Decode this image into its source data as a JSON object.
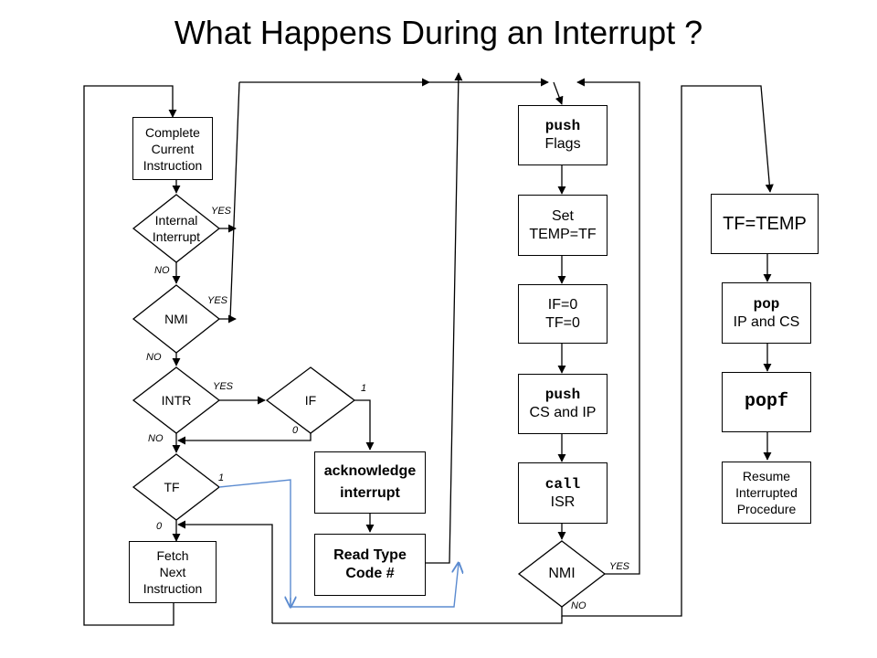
{
  "title": "What Happens During an Interrupt ?",
  "nodes": {
    "complete": "Complete\nCurrent\nInstruction",
    "internal": "Internal\nInterrupt",
    "nmi": "NMI",
    "intr": "INTR",
    "if_check": "IF",
    "tf_check": "TF",
    "fetch": "Fetch\nNext\nInstruction",
    "acknowledge": "acknowledge\ninterrupt",
    "read_type": "Read Type\nCode #",
    "push_flags_cmd": "push",
    "push_flags_arg": "Flags",
    "set_temp": "Set\nTEMP=TF",
    "clear_flags": "IF=0\nTF=0",
    "push_cs_cmd": "push",
    "push_cs_arg": "CS and IP",
    "call_cmd": "call",
    "call_arg": "ISR",
    "nmi2": "NMI",
    "tf_temp": "TF=TEMP",
    "pop_cmd": "pop",
    "pop_arg": "IP and CS",
    "popf": "popf",
    "resume": "Resume\nInterrupted\nProcedure"
  },
  "labels": {
    "internal_yes": "YES",
    "internal_no": "NO",
    "nmi_yes": "YES",
    "nmi_no": "NO",
    "intr_yes": "YES",
    "intr_no": "NO",
    "if_one": "1",
    "if_zero": "0",
    "tf_one": "1",
    "tf_zero": "0",
    "nmi2_yes": "YES",
    "nmi2_no": "NO"
  },
  "colors": {
    "line": "#000000",
    "tf_path": "#5b8bd0"
  }
}
